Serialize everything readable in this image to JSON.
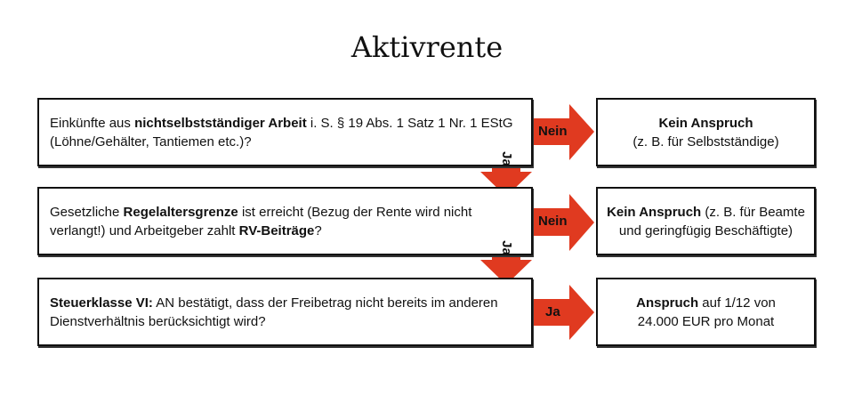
{
  "title": "Aktivrente",
  "questions": [
    {
      "parts": [
        "Einkünfte aus ",
        "nichtselbstständiger Arbeit",
        " i. S. § 19 Abs. 1 Satz 1 Nr. 1 EStG (Löhne/Gehälter, Tantiemen etc.)?"
      ]
    },
    {
      "parts": [
        "Gesetzliche ",
        "Regelaltersgrenze",
        " ist erreicht (Bezug der Rente wird nicht verlangt!) und Arbeitgeber zahlt ",
        "RV-Beiträge",
        "?"
      ]
    },
    {
      "parts": [
        "Steuerklasse VI:",
        " AN bestätigt, dass der Freibetrag nicht bereits im anderen Dienstverhältnis berücksichtigt wird?"
      ]
    }
  ],
  "results": [
    {
      "bold": "Kein Anspruch",
      "text": "(z. B. für Selbstständige)"
    },
    {
      "bold": "Kein Anspruch",
      "text": " (z. B. für Beamte und geringfügig Beschäftigte)"
    },
    {
      "bold": "Anspruch",
      "text": " auf 1/12 von 24.000 EUR pro Monat"
    }
  ],
  "arrows": {
    "no": "Nein",
    "yes": "Ja"
  },
  "colors": {
    "arrow": "#e03a20"
  }
}
